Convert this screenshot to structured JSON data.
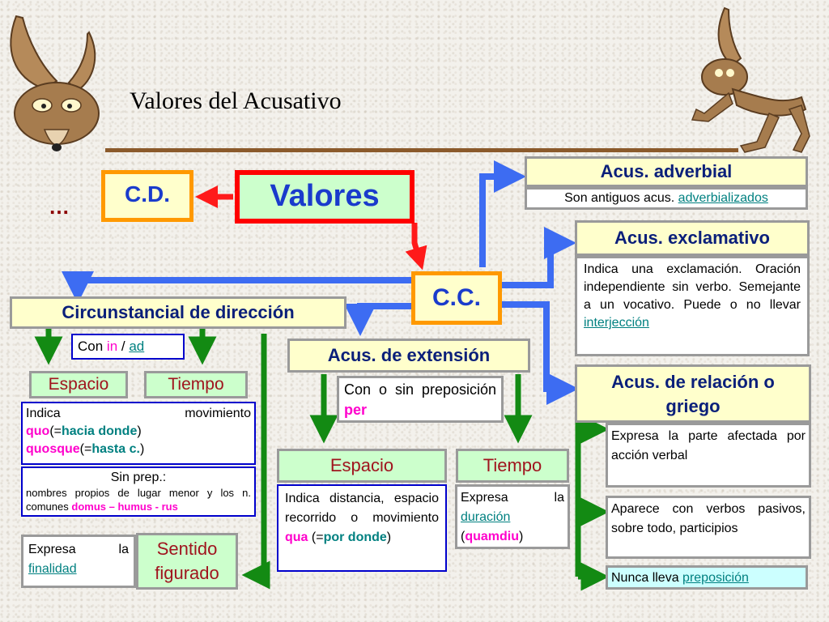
{
  "title": "Valores del Acusativo",
  "ellipsis": "…",
  "cd": "C.D.",
  "valores": "Valores",
  "cc": "C.C.",
  "adverbial": {
    "title": "Acus. adverbial",
    "desc": "Son antiguos acus. ",
    "link": "adverbializados"
  },
  "exclamativo": {
    "title": "Acus. exclamativo",
    "desc": "Indica una exclamación. Oración independiente sin verbo. Semejante a un vocativo. Puede o no llevar ",
    "link": "interjección"
  },
  "relacion": {
    "title": "Acus. de relación o griego",
    "item1": "Expresa la parte afectada por acción verbal",
    "item2": "Aparece con verbos pasivos, sobre todo, participios",
    "item3_text": "Nunca lleva ",
    "item3_link": "preposición"
  },
  "extension": {
    "title": "Acus. de extensión",
    "prep_text": "Con o sin preposición ",
    "prep_word": "per",
    "espacio": "Espacio",
    "tiempo": "Tiempo",
    "espacio_desc": "Indica distancia, espacio recorrido o movimiento ",
    "espacio_qua": "qua",
    "espacio_eq": "(=",
    "espacio_por": "por donde",
    "espacio_close": ")",
    "tiempo_desc": "Expresa la ",
    "tiempo_link": "duración",
    "tiempo_open": "(",
    "tiempo_quam": "quamdiu",
    "tiempo_close": ")"
  },
  "direccion": {
    "title": "Circunstancial de dirección",
    "con": "Con ",
    "in": "in",
    "slash": " / ",
    "ad": "ad",
    "espacio": "Espacio",
    "tiempo": "Tiempo",
    "mov_label": "Indica movimiento",
    "quo": "quo",
    "eq1": "(=",
    "hacia": "hacia donde",
    "close1": ")",
    "quosque": "quosque",
    "eq2": "(=",
    "hasta": "hasta c.",
    "close2": ")",
    "sinprep": "Sin prep.:",
    "nombres": "nombres propios de lugar menor y los n. comunes ",
    "domus": "domus – humus - rus",
    "finalidad_text": "Expresa la",
    "finalidad_link": "finalidad",
    "sentido": "Sentido figurado"
  },
  "colors": {
    "title": "#1a2e8c",
    "arrow_blue": "#3d6cf2",
    "arrow_red": "#ff1a1a",
    "arrow_green": "#138a13",
    "rule_brown": "#8b5a2b",
    "border_orange": "#ff9900",
    "border_red": "#ff0000"
  },
  "icons": [
    "coyote-face-illustration",
    "coyote-running-illustration"
  ]
}
